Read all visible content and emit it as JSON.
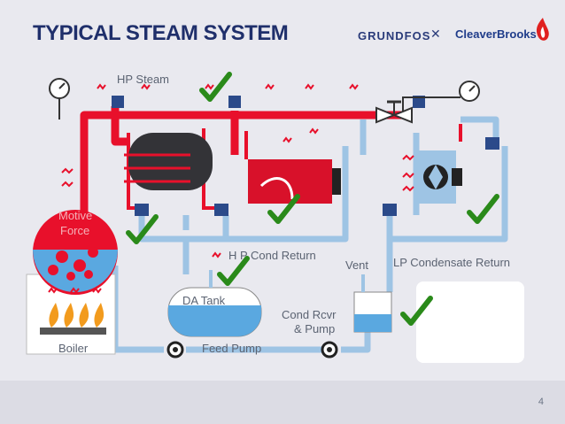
{
  "header": {
    "title": "TYPICAL STEAM SYSTEM",
    "brand_left": "GRUNDFOS",
    "brand_right": "CleaverBrooks"
  },
  "labels": {
    "hp_steam": "HP Steam",
    "motive": "Motive",
    "force": "Force",
    "boiler": "Boiler",
    "da_tank": "DA Tank",
    "feed_pump": "Feed Pump",
    "hp_cond_return": "H P Cond Return",
    "vent": "Vent",
    "lp_condensate_return": "LP Condensate Return",
    "cond_rcvr": "Cond Rcvr",
    "and_pump": "& Pump"
  },
  "footer": {
    "page_number": "4"
  },
  "colors": {
    "steam": "#e8102b",
    "condensate": "#9ec4e4",
    "water": "#69b9ea",
    "checkmark": "#2a8a1a",
    "title": "#1f2f6b"
  },
  "checkmarks": [
    "hp-steam",
    "motive-force",
    "hp-coil",
    "hp-trap",
    "lp-coil",
    "cond-receiver"
  ]
}
